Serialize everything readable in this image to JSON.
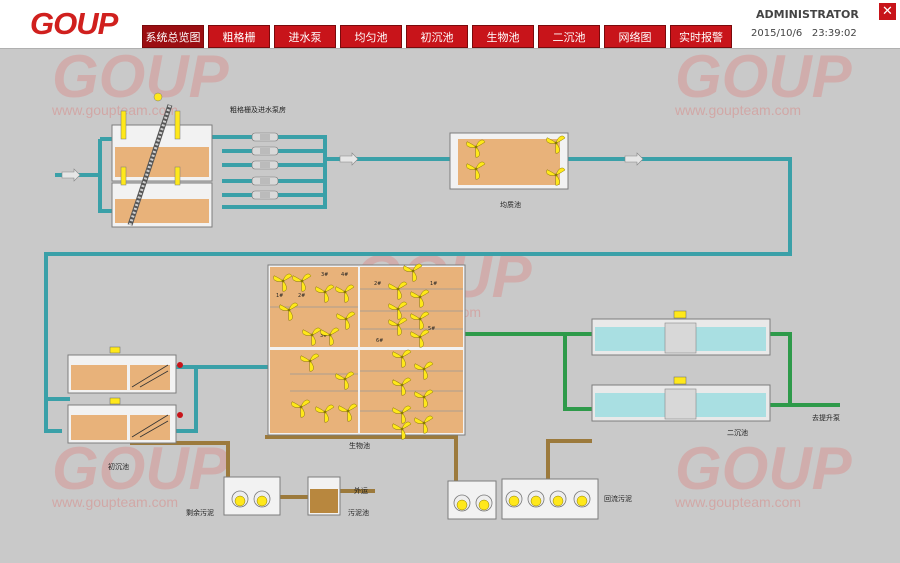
{
  "header": {
    "logo_text": "GOUP",
    "user": "ADMINISTRATOR",
    "date": "2015/10/6",
    "time": "23:39:02",
    "close_glyph": "✕"
  },
  "nav": {
    "tabs": [
      {
        "label": "系统总览图",
        "active": true
      },
      {
        "label": "粗格栅",
        "active": false
      },
      {
        "label": "进水泵",
        "active": false
      },
      {
        "label": "均匀池",
        "active": false
      },
      {
        "label": "初沉池",
        "active": false
      },
      {
        "label": "生物池",
        "active": false
      },
      {
        "label": "二沉池",
        "active": false
      },
      {
        "label": "网络图",
        "active": false
      },
      {
        "label": "实时报警",
        "active": false
      }
    ]
  },
  "watermark": {
    "logo": "GOUP",
    "url": "www.goupteam.com"
  },
  "labels": {
    "grit_pump_room": "粗格栅及进水泵房",
    "equalization_tank": "均质池",
    "bio_tank": "生物池",
    "primary_clarifier": "初沉池",
    "secondary_clarifier": "二沉池",
    "to_lift_pump": "去提升泵",
    "excess_sludge": "剩余污泥",
    "sludge_tank": "污泥池",
    "external_transport": "外运",
    "return_sludge": "回流污泥"
  },
  "bio_zones": {
    "z1": "1#",
    "z2": "2#",
    "z3": "3#",
    "z4": "4#",
    "z5": "5#",
    "z6": "6#"
  },
  "colors": {
    "tab_red": "#c8141a",
    "pipe_teal": "#3aa0a8",
    "pipe_green": "#2e9a4a",
    "pipe_brown": "#9c7a3c",
    "tank_fill": "#e8b27a",
    "clarifier_fill": "#a9dfe2",
    "mixer_yellow": "#ffe81a"
  }
}
